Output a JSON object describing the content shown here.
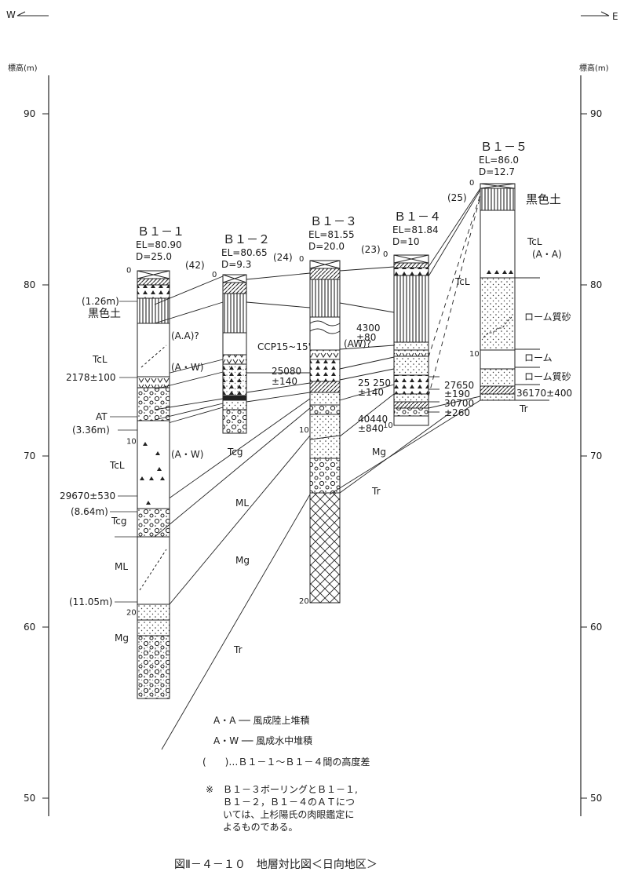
{
  "compass": {
    "west": "W",
    "east": "E"
  },
  "axis": {
    "label_left": "標高(m)",
    "label_right": "標高(m)",
    "ticks": [
      {
        "value": 90,
        "label": "90"
      },
      {
        "value": 80,
        "label": "80"
      },
      {
        "value": 70,
        "label": "70"
      },
      {
        "value": 60,
        "label": "60"
      },
      {
        "value": 50,
        "label": "50"
      }
    ]
  },
  "boreholes": [
    {
      "id": "B1-1",
      "name": "Ｂ１－１",
      "el_text": "EL=80.90",
      "d_text": "D=25.0",
      "el": 80.9,
      "depth": 25.0,
      "depth_labels": [
        {
          "d": 0,
          "t": "0"
        },
        {
          "d": 10,
          "t": "10"
        },
        {
          "d": 20,
          "t": "20"
        }
      ]
    },
    {
      "id": "B1-2",
      "name": "Ｂ１－２",
      "el_text": "EL=80.65",
      "d_text": "D=9.3",
      "el": 80.65,
      "depth": 9.3,
      "depth_labels": [
        {
          "d": 0,
          "t": "0"
        }
      ]
    },
    {
      "id": "B1-3",
      "name": "Ｂ１－３",
      "el_text": "EL=81.55",
      "d_text": "D=20.0",
      "el": 81.55,
      "depth": 20.0,
      "depth_labels": [
        {
          "d": 0,
          "t": "0"
        },
        {
          "d": 10,
          "t": "10"
        },
        {
          "d": 20,
          "t": "20"
        }
      ]
    },
    {
      "id": "B1-4",
      "name": "Ｂ１－４",
      "el_text": "EL=81.84",
      "d_text": "D=10",
      "el": 81.84,
      "depth": 10.0,
      "depth_labels": [
        {
          "d": 0,
          "t": "0"
        },
        {
          "d": 10,
          "t": "10"
        }
      ]
    },
    {
      "id": "B1-5",
      "name": "Ｂ１－５",
      "el_text": "EL=86.0",
      "d_text": "D=12.7",
      "el": 86.0,
      "depth": 12.7,
      "depth_labels": [
        {
          "d": 0,
          "t": "0"
        },
        {
          "d": 10,
          "t": "10"
        }
      ]
    }
  ],
  "height_diffs": [
    "(42)",
    "(24)",
    "(23)",
    "(25)"
  ],
  "labels": {
    "b1_1": [
      "(1.26m)",
      "黒色土",
      "TcL",
      "2178±100",
      "AT",
      "(3.36m)",
      "TcL",
      "29670±530",
      "(8.64m)",
      "Tcg",
      "ML",
      "(11.05m)",
      "Mg"
    ],
    "b1_1_right": [
      "(A.A)?",
      "(A・W)",
      "(A・W)"
    ],
    "mid": [
      "Tcg",
      "ML",
      "Mg",
      "Tr",
      "Mg",
      "Tr"
    ],
    "b1_3": [
      "CCP15~15'",
      "(AW)?",
      "25080",
      "±140",
      "4300",
      "±80",
      "25 250",
      "±140",
      "40440",
      "±840"
    ],
    "b1_4": [
      "TcL",
      "27650",
      "±190",
      "30700",
      "±260"
    ],
    "b1_5": [
      "黒色土",
      "TcL",
      "(A・A)",
      "ローム質砂",
      "ローム",
      "ローム質砂",
      "36170±400",
      "Tr"
    ]
  },
  "legend": {
    "aa": "A・A ── 風成陸上堆積",
    "aw": "A・W ── 風成水中堆積",
    "paren": "(　　)…Ｂ１－１～Ｂ１－４間の高度差",
    "note_mark": "※",
    "note_lines": [
      "Ｂ１－３ボーリングとＢ１－１,",
      "Ｂ１－２，Ｂ１－４のＡＴにつ",
      "いては、上杉陽氏の肉眼鑑定に",
      "よるものである。"
    ]
  },
  "caption": "図Ⅱ－４－１０　地層対比図＜日向地区＞"
}
